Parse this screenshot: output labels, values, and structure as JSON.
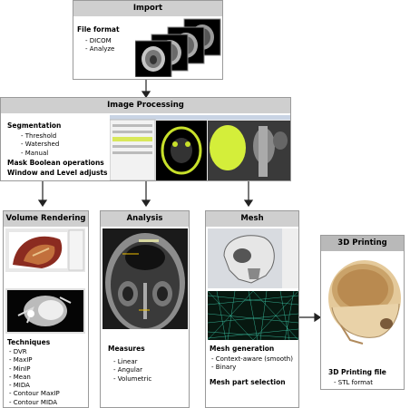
{
  "import": {
    "title": "Import",
    "section": "File format",
    "items": [
      "- DICOM",
      "- Analyze"
    ]
  },
  "processing": {
    "title": "Image Processing",
    "section": "Segmentation",
    "items": [
      "- Threshold",
      "- Watershed",
      "- Manual"
    ],
    "extra1": "Mask Boolean operations",
    "extra2": "Window and Level adjusts"
  },
  "volume": {
    "title": "Volume Rendering",
    "section": "Techniques",
    "items": [
      "- DVR",
      "- MaxIP",
      "- MinIP",
      "- Mean",
      "- MIDA",
      "- Contour MaxIP",
      "- Contour MIDA"
    ]
  },
  "analysis": {
    "title": "Analysis",
    "section": "Measures",
    "items": [
      "- Linear",
      "- Angular",
      "- Volumetric"
    ]
  },
  "mesh": {
    "title": "Mesh",
    "section": "Mesh generation",
    "items": [
      "- Context-aware (smooth)",
      "- Binary"
    ],
    "extra": "Mesh part selection"
  },
  "printing": {
    "title": "3D Printing",
    "section": "3D Printing file",
    "items": [
      "- STL format"
    ]
  }
}
